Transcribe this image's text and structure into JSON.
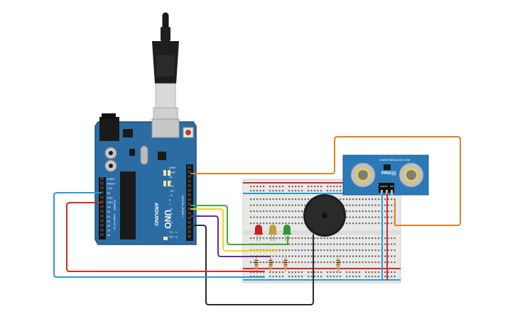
{
  "arduino": {
    "brand": "ARDUINO",
    "model": "UNO",
    "reset_label": "RESET",
    "header_right": [
      "AREF",
      "GND",
      "13",
      "12",
      "~11",
      "~10",
      "~9",
      "8",
      "7",
      "~6",
      "~5",
      "4",
      "~3",
      "2",
      "TX→1",
      "RX←0"
    ],
    "header_left": [
      "IOREF",
      "RESET",
      "3.3V",
      "5V",
      "GND",
      "GND",
      "Vin",
      "A0",
      "A1",
      "A2",
      "A3",
      "A4",
      "A5"
    ],
    "power_label": "POWER",
    "analog_label": "ANALOG IN",
    "digital_label": "DIGITAL (PWM~)"
  },
  "sensor": {
    "name": "PING)))",
    "maker": "WWW.PARALLAX.COM",
    "pins": [
      "GND",
      "5V",
      "SIG"
    ]
  },
  "components": {
    "buzzer": "piezo-buzzer",
    "leds": [
      "red",
      "yellow",
      "green"
    ],
    "resistors": 4
  },
  "colors": {
    "board": "#2b6ca3",
    "breadboard": "#e8e8e6",
    "wire_orange": "#e0821e",
    "wire_green": "#3fae2a",
    "wire_yellow": "#f2d31b",
    "wire_purple": "#6b2d8f",
    "wire_black": "#2a2a2a",
    "wire_red": "#d62828",
    "wire_blue": "#2b9ad1",
    "led_red": "#c81e1e",
    "led_yellow": "#b8a23a",
    "led_green": "#2a9a2a"
  }
}
